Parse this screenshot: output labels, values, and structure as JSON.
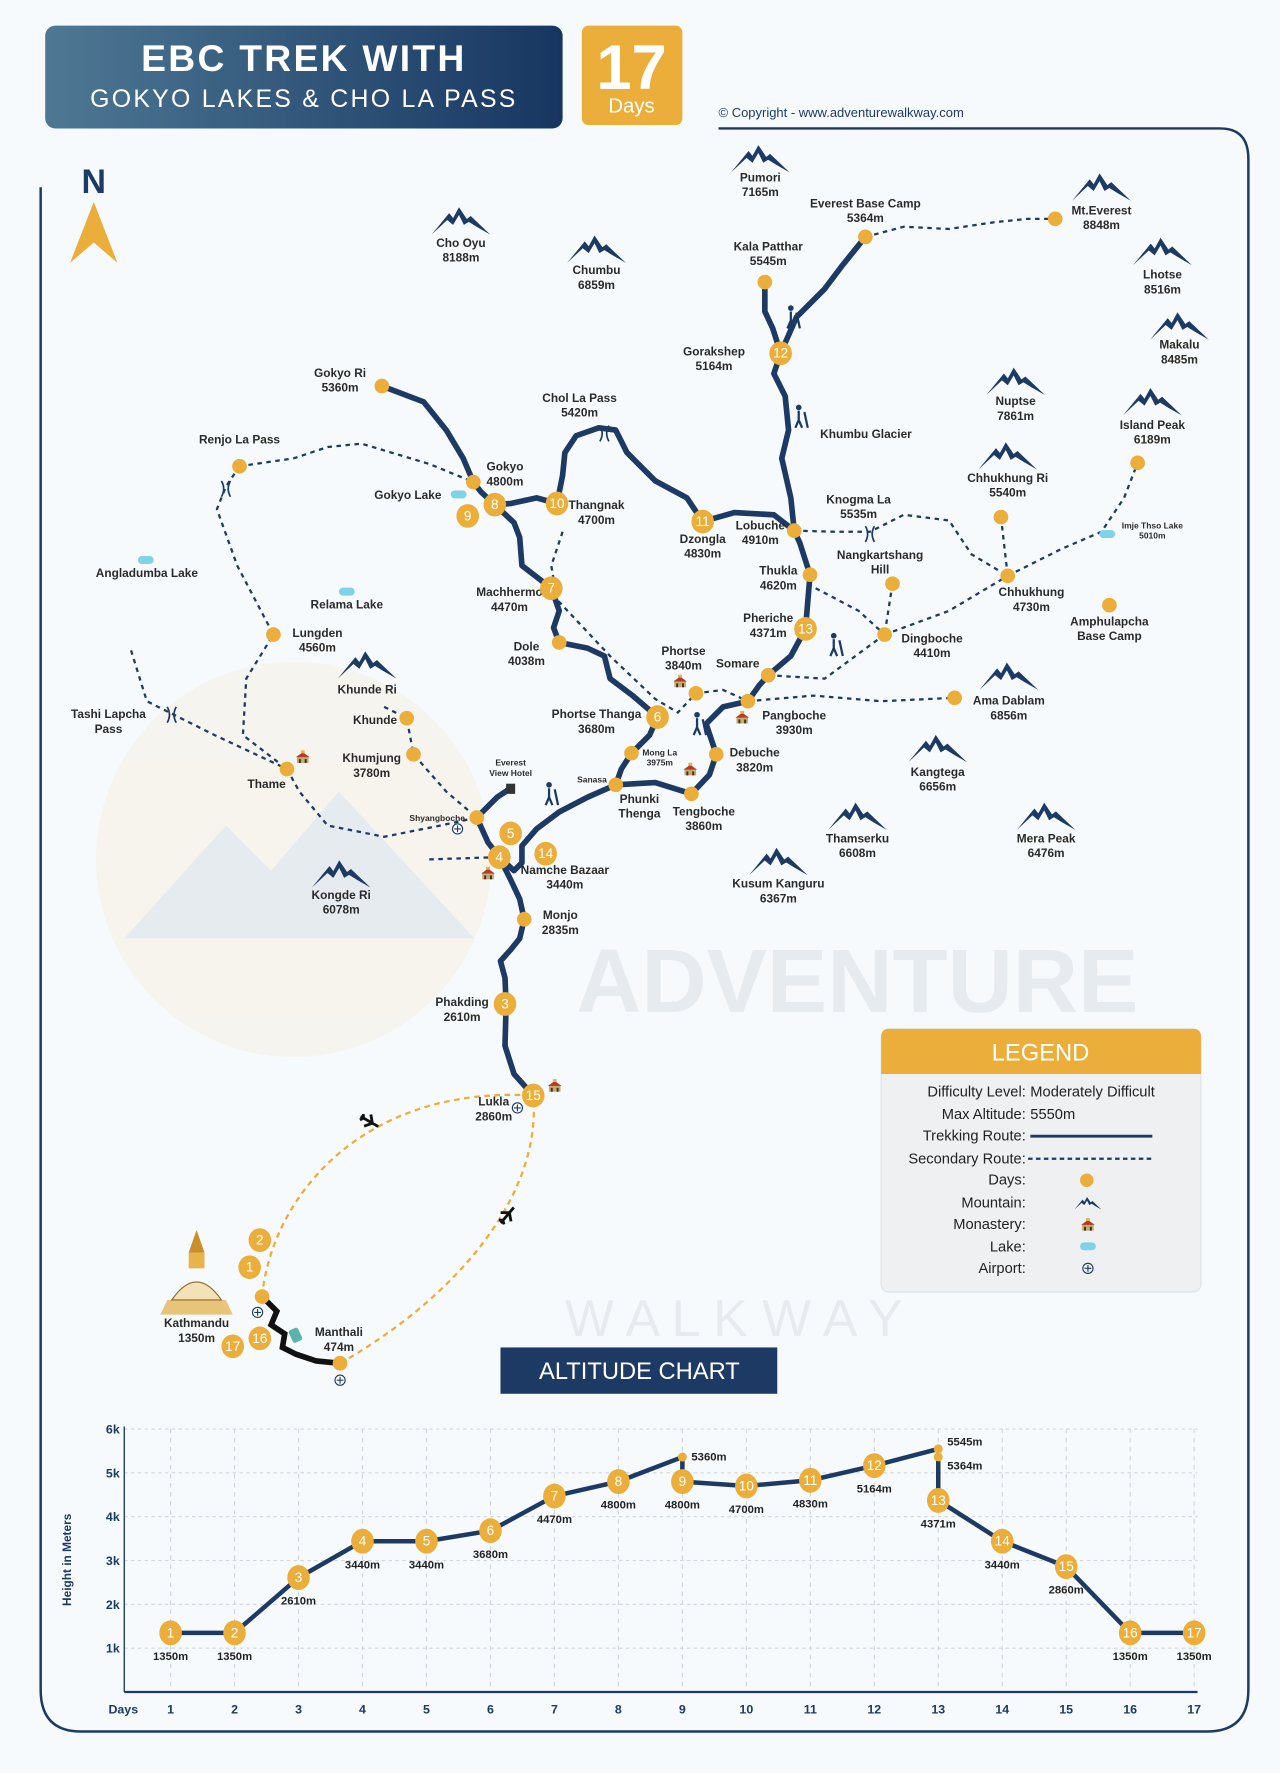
{
  "header": {
    "title_line1": "EBC TREK WITH",
    "title_line2": "GOKYO LAKES & CHO LA PASS",
    "days_number": "17",
    "days_label": "Days",
    "copyright": "© Copyright - www.adventurewalkway.com"
  },
  "compass": {
    "label": "N"
  },
  "watermark": {
    "line1": "ADVENTURE",
    "line2": "W A L K W A Y"
  },
  "colors": {
    "navy": "#1d3a64",
    "yellow": "#ebae3b",
    "lake": "#7fd3e6"
  },
  "map": {
    "mountains": [
      {
        "name": "Pumori",
        "alt": "7165m"
      },
      {
        "name": "Cho Oyu",
        "alt": "8188m"
      },
      {
        "name": "Chumbu",
        "alt": "6859m"
      },
      {
        "name": "Mt.Everest",
        "alt": "8848m"
      },
      {
        "name": "Lhotse",
        "alt": "8516m"
      },
      {
        "name": "Makalu",
        "alt": "8485m"
      },
      {
        "name": "Nuptse",
        "alt": "7861m"
      },
      {
        "name": "Island Peak",
        "alt": "6189m"
      },
      {
        "name": "Chhukhung Ri",
        "alt": "5540m"
      },
      {
        "name": "Khunde Ri",
        "alt": ""
      },
      {
        "name": "Ama Dablam",
        "alt": "6856m"
      },
      {
        "name": "Kangtega",
        "alt": "6656m"
      },
      {
        "name": "Thamserku",
        "alt": "6608m"
      },
      {
        "name": "Mera Peak",
        "alt": "6476m"
      },
      {
        "name": "Kusum Kanguru",
        "alt": "6367m"
      },
      {
        "name": "Kongde Ri",
        "alt": "6078m"
      }
    ],
    "places": [
      {
        "lines": [
          "Everest Base Camp",
          "5364m"
        ]
      },
      {
        "lines": [
          "Kala Patthar",
          "5545m"
        ]
      },
      {
        "lines": [
          "Gorakshep",
          "5164m"
        ]
      },
      {
        "lines": [
          "Khumbu Glacier"
        ]
      },
      {
        "lines": [
          "Gokyo Ri",
          "5360m"
        ]
      },
      {
        "lines": [
          "Chol La Pass",
          "5420m"
        ]
      },
      {
        "lines": [
          "Renjo La Pass"
        ]
      },
      {
        "lines": [
          "Gokyo",
          "4800m"
        ]
      },
      {
        "lines": [
          "Gokyo Lake"
        ]
      },
      {
        "lines": [
          "Thangnak",
          "4700m"
        ]
      },
      {
        "lines": [
          "Dzongla",
          "4830m"
        ]
      },
      {
        "lines": [
          "Lobuche",
          "4910m"
        ]
      },
      {
        "lines": [
          "Knogma La",
          "5535m"
        ]
      },
      {
        "lines": [
          "Nangkartshang",
          "Hill"
        ]
      },
      {
        "lines": [
          "Imje Thso Lake",
          "5010m"
        ]
      },
      {
        "lines": [
          "Angladumba Lake"
        ]
      },
      {
        "lines": [
          "Relama Lake"
        ]
      },
      {
        "lines": [
          "Thukla",
          "4620m"
        ]
      },
      {
        "lines": [
          "Chhukhung",
          "4730m"
        ]
      },
      {
        "lines": [
          "Amphulapcha",
          "Base Camp"
        ]
      },
      {
        "lines": [
          "Machhermo",
          "4470m"
        ]
      },
      {
        "lines": [
          "Lungden",
          "4560m"
        ]
      },
      {
        "lines": [
          "Pheriche",
          "4371m"
        ]
      },
      {
        "lines": [
          "Dingboche",
          "4410m"
        ]
      },
      {
        "lines": [
          "Dole",
          "4038m"
        ]
      },
      {
        "lines": [
          "Phortse",
          "3840m"
        ]
      },
      {
        "lines": [
          "Somare"
        ]
      },
      {
        "lines": [
          "Pangboche",
          "3930m"
        ]
      },
      {
        "lines": [
          "Phortse Thanga",
          "3680m"
        ]
      },
      {
        "lines": [
          "Tashi Lapcha",
          "Pass"
        ]
      },
      {
        "lines": [
          "Khunde"
        ]
      },
      {
        "lines": [
          "Mong La",
          "3975m"
        ]
      },
      {
        "lines": [
          "Debuche",
          "3820m"
        ]
      },
      {
        "lines": [
          "Khumjung",
          "3780m"
        ]
      },
      {
        "lines": [
          "Thame"
        ]
      },
      {
        "lines": [
          "Everest",
          "View Hotel"
        ]
      },
      {
        "lines": [
          "Sanasa"
        ]
      },
      {
        "lines": [
          "Phunki",
          "Thenga"
        ]
      },
      {
        "lines": [
          "Tengboche",
          "3860m"
        ]
      },
      {
        "lines": [
          "Shyangboche"
        ]
      },
      {
        "lines": [
          "Namche Bazaar",
          "3440m"
        ]
      },
      {
        "lines": [
          "Monjo",
          "2835m"
        ]
      },
      {
        "lines": [
          "Phakding",
          "2610m"
        ]
      },
      {
        "lines": [
          "Lukla",
          "2860m"
        ]
      },
      {
        "lines": [
          "Kathmandu",
          "1350m"
        ]
      },
      {
        "lines": [
          "Manthali",
          "474m"
        ]
      }
    ],
    "day_markers": [
      "1",
      "2",
      "3",
      "4",
      "5",
      "6",
      "7",
      "8",
      "9",
      "10",
      "11",
      "12",
      "13",
      "14",
      "15",
      "16",
      "17"
    ]
  },
  "legend": {
    "title": "LEGEND",
    "difficulty_label": "Difficulty Level:",
    "difficulty_value": "Moderately Difficult",
    "max_alt_label": "Max Altitude:",
    "max_alt_value": "5550m",
    "trekking_route": "Trekking Route:",
    "secondary_route": "Secondary Route:",
    "days": "Days:",
    "mountain": "Mountain:",
    "monastery": "Monastery:",
    "lake": "Lake:",
    "airport": "Airport:"
  },
  "chart_data": {
    "type": "line",
    "title": "ALTITUDE CHART",
    "xlabel": "Days",
    "ylabel": "Height in Meters",
    "ylim": [
      0,
      6000
    ],
    "y_ticks": [
      "1k",
      "2k",
      "3k",
      "4k",
      "5k",
      "6k"
    ],
    "x_ticks": [
      "1",
      "2",
      "3",
      "4",
      "5",
      "6",
      "7",
      "8",
      "9",
      "10",
      "11",
      "12",
      "13",
      "14",
      "15",
      "16",
      "17"
    ],
    "grid": true,
    "points": [
      {
        "day": 1,
        "alt": 1350,
        "label": "1350m",
        "marker": "1"
      },
      {
        "day": 2,
        "alt": 1350,
        "label": "1350m",
        "marker": "2"
      },
      {
        "day": 3,
        "alt": 2610,
        "label": "2610m",
        "marker": "3"
      },
      {
        "day": 4,
        "alt": 3440,
        "label": "3440m",
        "marker": "4"
      },
      {
        "day": 5,
        "alt": 3440,
        "label": "3440m",
        "marker": "5"
      },
      {
        "day": 6,
        "alt": 3680,
        "label": "3680m",
        "marker": "6"
      },
      {
        "day": 7,
        "alt": 4470,
        "label": "4470m",
        "marker": "7"
      },
      {
        "day": 8,
        "alt": 4800,
        "label": "4800m",
        "marker": "8"
      },
      {
        "day": 9,
        "alt": 5360,
        "label": "5360m",
        "marker": ""
      },
      {
        "day": 9,
        "alt": 4800,
        "label": "4800m",
        "marker": "9"
      },
      {
        "day": 10,
        "alt": 4700,
        "label": "4700m",
        "marker": "10"
      },
      {
        "day": 11,
        "alt": 4830,
        "label": "4830m",
        "marker": "11"
      },
      {
        "day": 12,
        "alt": 5164,
        "label": "5164m",
        "marker": "12"
      },
      {
        "day": 13,
        "alt": 5545,
        "label": "5545m",
        "marker": ""
      },
      {
        "day": 13,
        "alt": 5364,
        "label": "5364m",
        "marker": ""
      },
      {
        "day": 13,
        "alt": 4371,
        "label": "4371m",
        "marker": "13"
      },
      {
        "day": 14,
        "alt": 3440,
        "label": "3440m",
        "marker": "14"
      },
      {
        "day": 15,
        "alt": 2860,
        "label": "2860m",
        "marker": "15"
      },
      {
        "day": 16,
        "alt": 1350,
        "label": "1350m",
        "marker": "16"
      },
      {
        "day": 17,
        "alt": 1350,
        "label": "1350m",
        "marker": "17"
      }
    ]
  }
}
